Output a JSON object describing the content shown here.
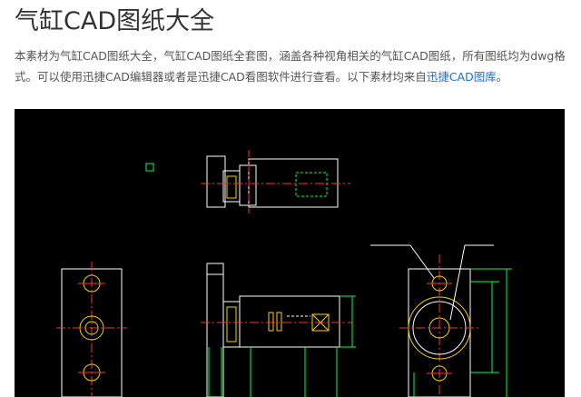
{
  "article": {
    "title": "气缸CAD图纸大全",
    "desc_part1": "本素材为气缸CAD图纸大全，气缸CAD图纸全套图，涵盖各种视角相关的气缸CAD图纸，所有图纸均为dwg格式。可以使用迅捷CAD编辑器或者是迅捷CAD看图软件进行查看。以下素材均来自",
    "link_text": "迅捷CAD图库",
    "desc_end": "。"
  },
  "drawing": {
    "background": "#000000",
    "colors": {
      "outline": "#ffffff",
      "centerline": "#ff3030",
      "hole": "#ffd000",
      "dimension": "#00ff40"
    }
  }
}
